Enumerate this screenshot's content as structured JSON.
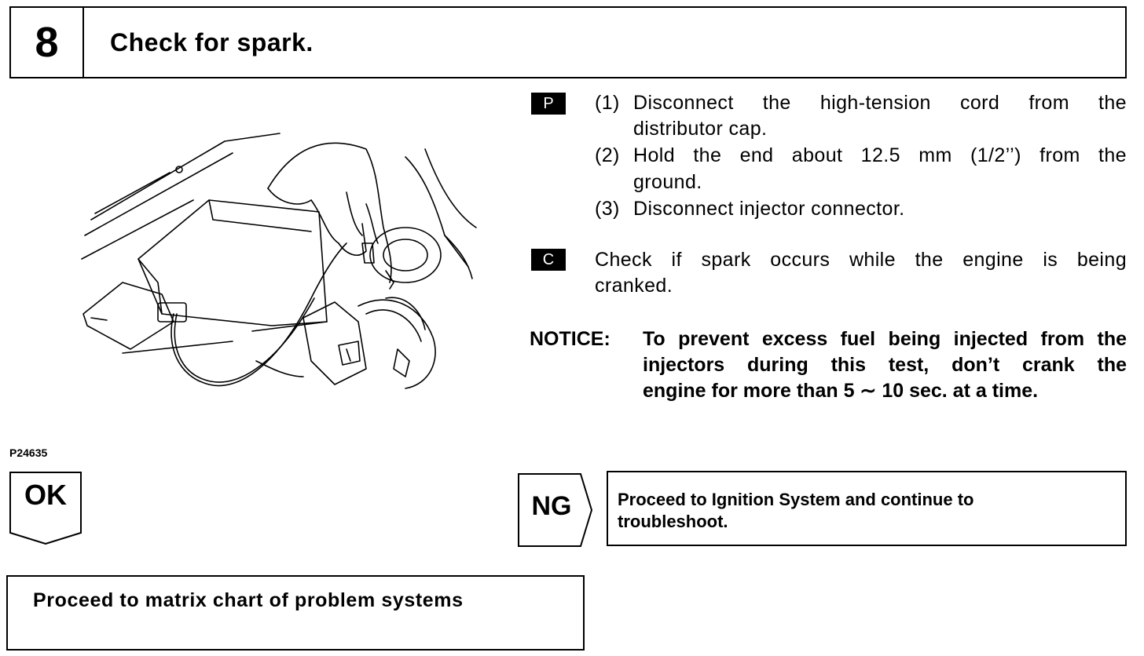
{
  "step": {
    "number": "8",
    "title": "Check for spark."
  },
  "figure": {
    "code": "P24635"
  },
  "procedure": {
    "tag": "P",
    "lines": [
      {
        "num": "(1)",
        "text": "Disconnect the high-tension cord from the"
      },
      {
        "num": "",
        "text": "distributor cap."
      },
      {
        "num": "(2)",
        "text": "Hold the end about 12.5 mm (1/2’’) from the"
      },
      {
        "num": "",
        "text": "ground."
      },
      {
        "num": "(3)",
        "text": "Disconnect injector connector."
      }
    ]
  },
  "check": {
    "tag": "C",
    "lines": [
      "Check if spark occurs while the engine is being",
      "cranked."
    ]
  },
  "notice": {
    "label": "NOTICE:",
    "lines": [
      "To prevent excess fuel being injected from the",
      "injectors during this test, don’t crank the",
      "engine for more than 5 ∼ 10 sec. at a time."
    ]
  },
  "ok": {
    "label": "OK",
    "result": "Proceed to matrix chart of problem systems"
  },
  "ng": {
    "label": "NG",
    "result_lines": [
      "Proceed to Ignition System and continue to",
      "troubleshoot."
    ]
  }
}
